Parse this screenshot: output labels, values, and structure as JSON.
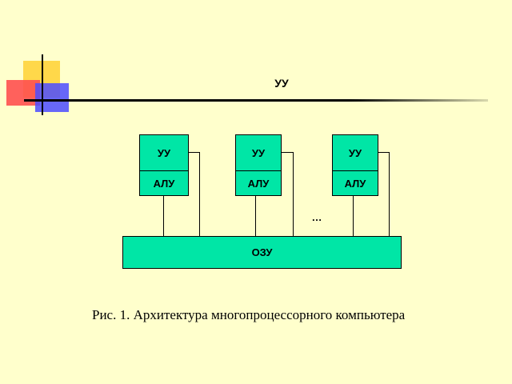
{
  "diagram": {
    "title": "УУ",
    "processors": [
      {
        "cu_label": "УУ",
        "alu_label": "АЛУ"
      },
      {
        "cu_label": "УУ",
        "alu_label": "АЛУ"
      },
      {
        "cu_label": "УУ",
        "alu_label": "АЛУ"
      }
    ],
    "ellipsis": "…",
    "memory_label": "ОЗУ"
  },
  "caption": "Рис. 1. Архитектура многопроцессорного компьютера",
  "colors": {
    "background": "#FFFFCC",
    "box_fill": "#00E6A6",
    "deco_yellow": "#FFD84A",
    "deco_red": "#FF5050",
    "deco_blue": "#4C4CFF"
  }
}
